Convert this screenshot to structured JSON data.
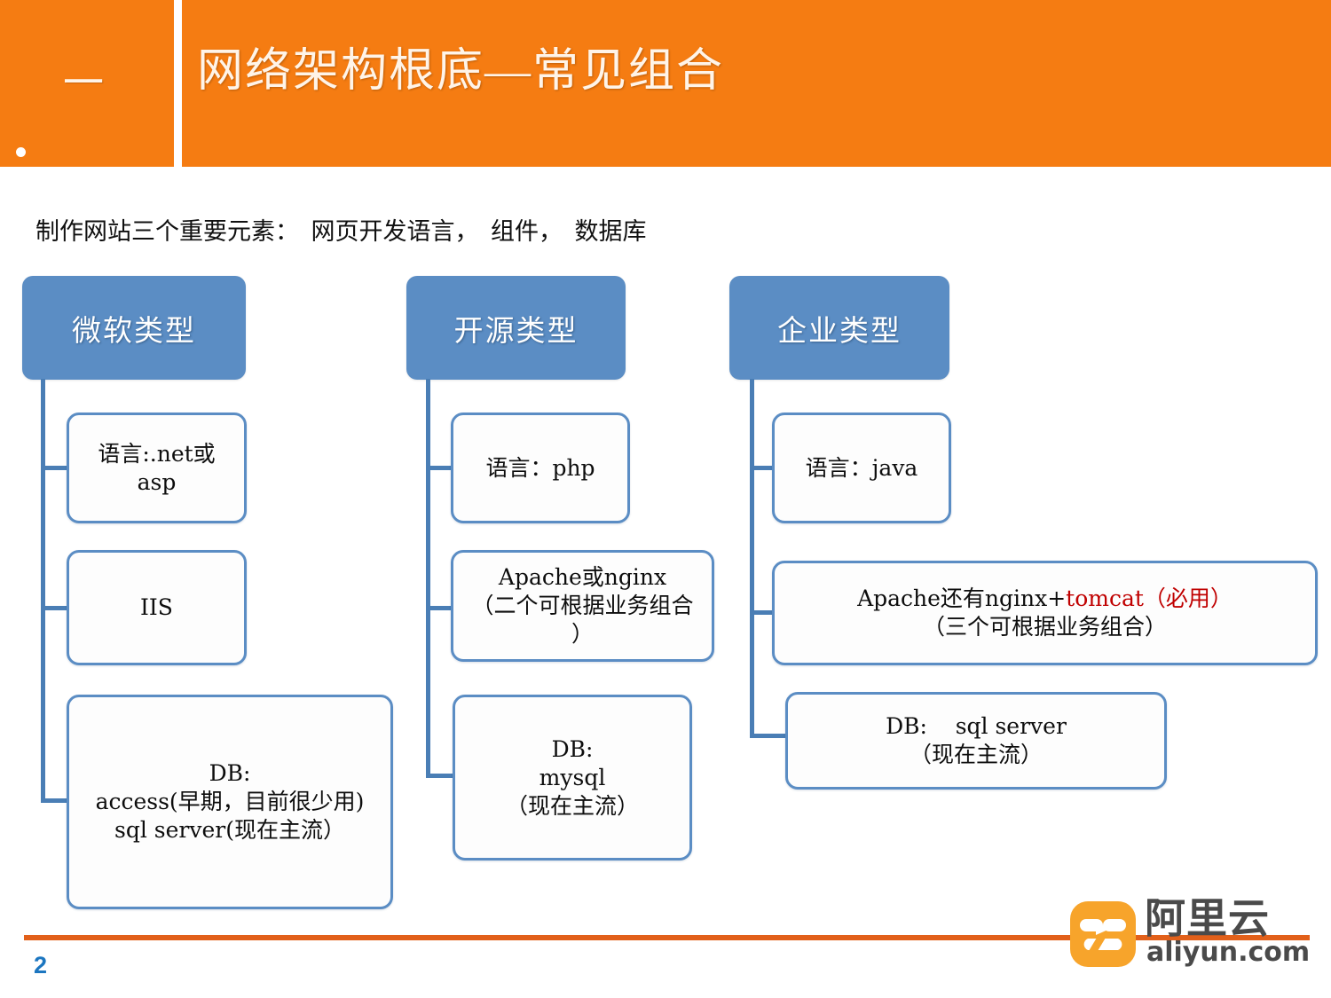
{
  "header": {
    "section_number": "一",
    "title": "网络架构根底—常见组合",
    "bar_color": "#F57C12",
    "title_color": "#FFF4E8"
  },
  "subtitle": "制作网站三个重要元素：  网页开发语言，  组件，  数据库",
  "diagram": {
    "node_fill": "#5B8DC4",
    "connector_color": "#4A7EB5",
    "highlight_color": "#C00000",
    "columns": [
      {
        "id": "microsoft",
        "head": "微软类型",
        "items": [
          {
            "name": "language",
            "lines": [
              "语言:.net或",
              "asp"
            ]
          },
          {
            "name": "web-server",
            "lines": [
              "IIS"
            ]
          },
          {
            "name": "database",
            "lines": [
              "DB:",
              "access(早期，目前很少用)",
              "sql server(现在主流）"
            ]
          }
        ]
      },
      {
        "id": "opensource",
        "head": "开源类型",
        "items": [
          {
            "name": "language",
            "lines": [
              "语言：php"
            ]
          },
          {
            "name": "web-server",
            "lines": [
              "Apache或nginx",
              "（二个可根据业务组合",
              "）"
            ]
          },
          {
            "name": "database",
            "lines": [
              "DB:",
              "mysql",
              "（现在主流）"
            ]
          }
        ]
      },
      {
        "id": "enterprise",
        "head": "企业类型",
        "items": [
          {
            "name": "language",
            "lines": [
              "语言：java"
            ]
          },
          {
            "name": "web-server",
            "lines": [
              "Apache还有nginx+",
              "（三个可根据业务组合）"
            ],
            "highlight": "tomcat（必用）"
          },
          {
            "name": "database",
            "lines": [
              "DB:    sql server",
              "（现在主流）"
            ]
          }
        ]
      }
    ]
  },
  "footer": {
    "page_number": "2",
    "rule_color": "#E2601A",
    "logo": {
      "cn": "阿里云",
      "en": "aliyun.com",
      "mark_color": "#F7A42B",
      "text_color": "#4A4A4A"
    }
  }
}
